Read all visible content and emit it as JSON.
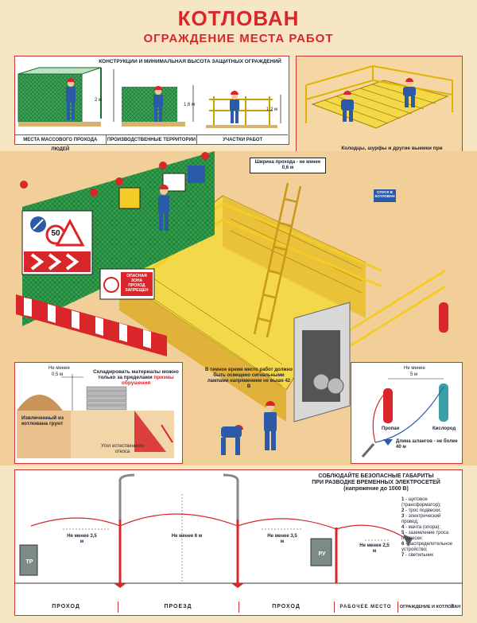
{
  "header": {
    "title": "КОТЛОВАН",
    "subtitle": "ОГРАЖДЕНИЕ МЕСТА РАБОТ"
  },
  "fence_panel": {
    "title": "КОНСТРУКЦИИ И МИНИМАЛЬНАЯ ВЫСОТА ЗАЩИТНЫХ ОГРАЖДЕНИЙ",
    "heights": [
      "2 м",
      "1,6 м",
      "1,2 м"
    ],
    "columns": [
      "МЕСТА МАССОВОГО ПРОХОДА ЛЮДЕЙ",
      "ПРОИЗВОДСТВЕННЫЕ ТЕРРИТОРИИ",
      "УЧАСТКИ РАБОТ"
    ]
  },
  "pit_cover_panel": {
    "caption": "Колодцы, шурфы и другие выемки при длительных сроках работ необходимо накрывать щитами"
  },
  "main_scene": {
    "passage_note": "Ширина прохода - не менее 0,6 м",
    "sign_speed": "50",
    "sign_danger_line1": "ОПАСНАЯ ЗОНА",
    "sign_danger_line2": "ПРОХОД ЗАПРЕЩЕН",
    "sign_exit": "СПУСК В КОТЛОВАН",
    "night_note": "В темное время место работ должно быть освещено сигнальными лампами напряжением не выше 42 В"
  },
  "storage_panel": {
    "min_label": "Не менее",
    "min_value": "0,5 м",
    "note_prefix": "Складировать материалы можно только за пределами",
    "note_highlight": "призмы обрушения",
    "soil_label": "Извлеченный из котлована грунт",
    "angle_label": "Угол естественного откоса"
  },
  "gas_panel": {
    "min_label": "Не менее",
    "min_value": "5 м",
    "propane": "Пропан",
    "oxygen": "Кислород",
    "hose_note": "Длина шлангов - не более 40 м"
  },
  "power_panel": {
    "title_line1": "СОБЛЮДАЙТЕ БЕЗОПАСНЫЕ ГАБАРИТЫ",
    "title_line2": "ПРИ РАЗВОДКЕ ВРЕМЕННЫХ ЭЛЕКТРОСЕТЕЙ",
    "title_line3": "(напряжение до 1000 В)",
    "legend": [
      {
        "num": "1",
        "text": "щитовое (трансформатор);"
      },
      {
        "num": "2",
        "text": "трос подвески;"
      },
      {
        "num": "3",
        "text": "электрический провод;"
      },
      {
        "num": "4",
        "text": "мачта (опора);"
      },
      {
        "num": "5",
        "text": "заземление троса подвески;"
      },
      {
        "num": "6",
        "text": "распределительное устройство;"
      },
      {
        "num": "7",
        "text": "светильник"
      }
    ],
    "dims": {
      "left": "Не менее 3,5 м",
      "center": "Не менее 6 м",
      "right_mid": "Не менее 3,5 м",
      "right": "Не менее 2,5 м"
    },
    "box_tp": "ТР",
    "box_ru": "РУ",
    "zones": [
      "ПРОХОД",
      "ПРОЕЗД",
      "ПРОХОД",
      "РАБОЧЕЕ МЕСТО",
      "ОГРАЖДЕНИЕ И КОТЛОВАН"
    ],
    "page_number": "2"
  },
  "colors": {
    "title_red": "#d8262a",
    "fence_green": "#2f9e4a",
    "wood_yellow": "#f3d84a",
    "worker_blue": "#2a5aa8",
    "sand": "#f2cf98"
  }
}
